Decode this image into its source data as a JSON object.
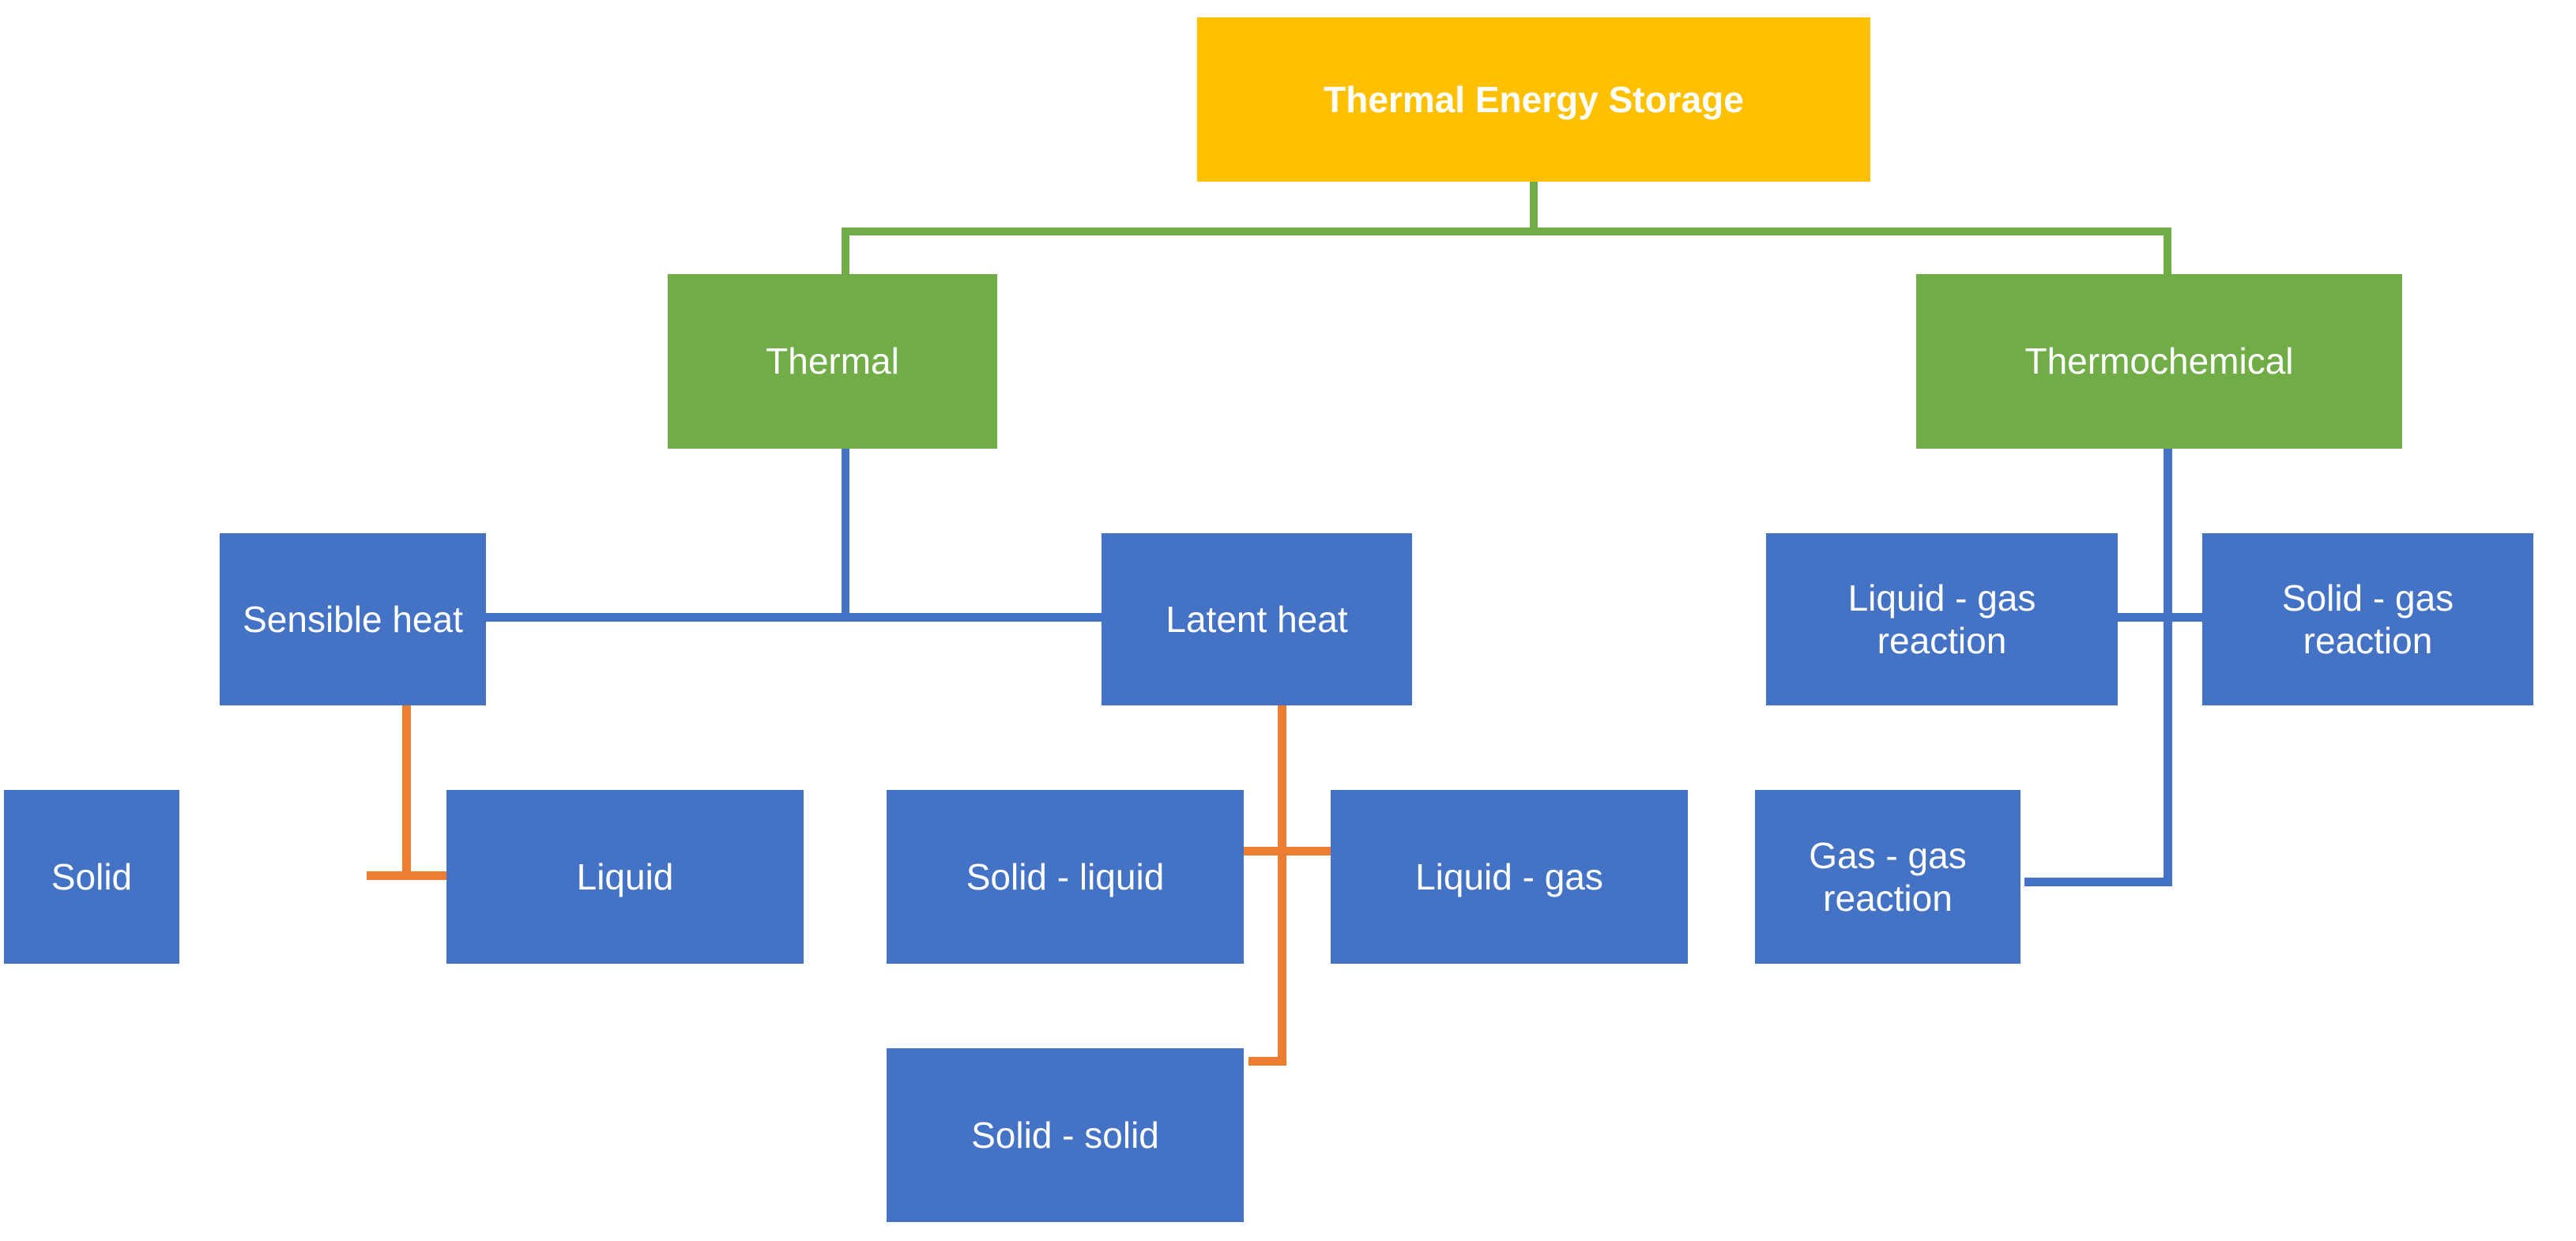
{
  "diagram": {
    "title": "Thermal Energy Storage",
    "type": "hierarchy-tree",
    "colors": {
      "root": "#FFC000",
      "level1": "#70AD47",
      "level2": "#4472C4",
      "connector_green": "#70AD47",
      "connector_blue": "#4472C4",
      "connector_orange": "#ED7D31",
      "background": "#FFFFFF",
      "text": "#FFFFFF"
    }
  },
  "nodes": {
    "root": {
      "label": "Thermal Energy Storage"
    },
    "level1": [
      {
        "label": "Thermal"
      },
      {
        "label": "Thermochemical"
      }
    ],
    "thermal_children": [
      {
        "label": "Sensible heat"
      },
      {
        "label": "Latent heat"
      }
    ],
    "sensible_children": [
      {
        "label": "Solid"
      },
      {
        "label": "Liquid"
      }
    ],
    "latent_children": [
      {
        "label": "Solid - liquid"
      },
      {
        "label": "Liquid - gas"
      },
      {
        "label": "Solid - solid"
      }
    ],
    "thermochemical_children": [
      {
        "label": "Liquid - gas\nreaction"
      },
      {
        "label": "Solid - gas\nreaction"
      },
      {
        "label": "Gas - gas\nreaction"
      }
    ],
    "thermochemical_children_lines": [
      {
        "line1": "Liquid - gas",
        "line2": "reaction"
      },
      {
        "line1": "Solid - gas",
        "line2": "reaction"
      },
      {
        "line1": "Gas - gas",
        "line2": "reaction"
      }
    ]
  }
}
